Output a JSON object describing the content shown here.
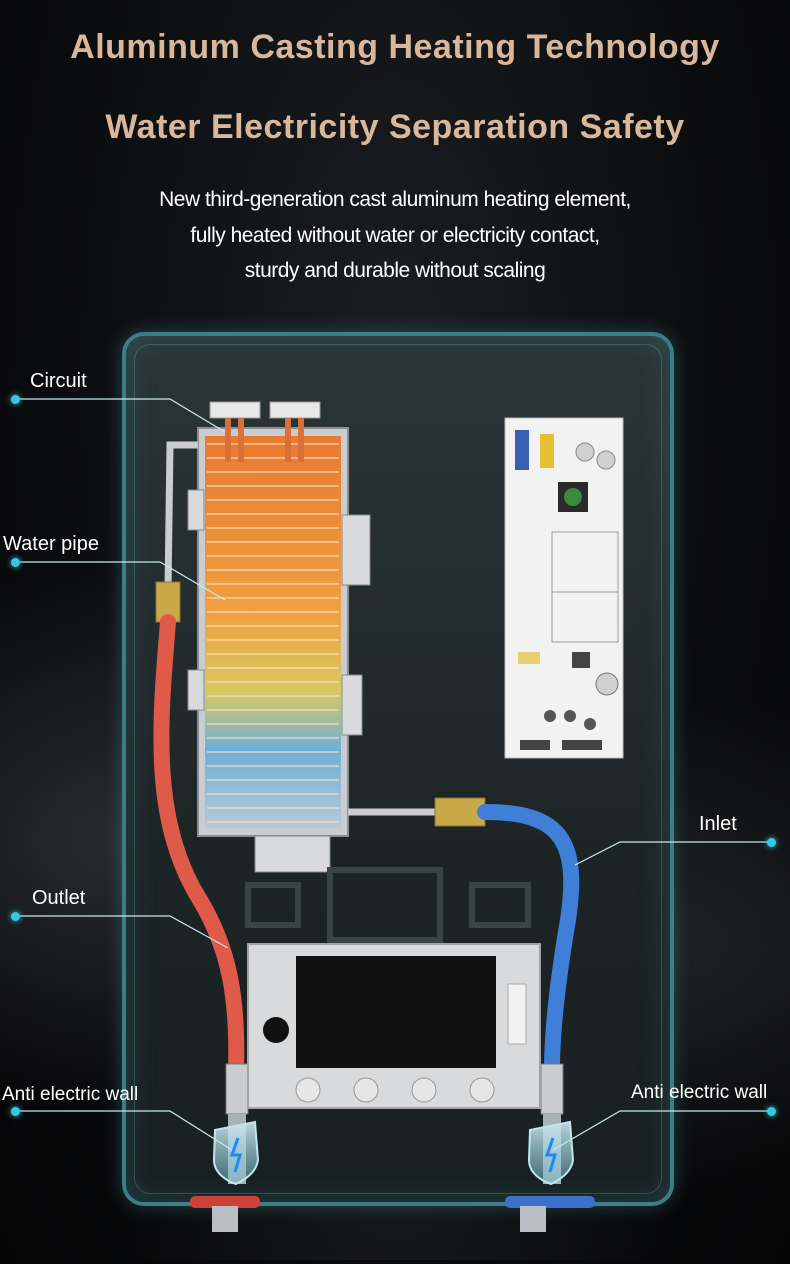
{
  "heading": {
    "title_line1": "Aluminum Casting Heating Technology",
    "title_line2": "Water Electricity Separation Safety"
  },
  "description": {
    "line1": "New third-generation cast aluminum heating element,",
    "line2": "fully heated without water or electricity contact,",
    "line3": "sturdy and durable without scaling"
  },
  "callouts": {
    "circuit": "Circuit",
    "water_pipe": "Water pipe",
    "outlet": "Outlet",
    "anti_left": "Anti electric wall",
    "inlet": "Inlet",
    "anti_right": "Anti electric wall"
  },
  "colors": {
    "title": "#d9b79a",
    "accent": "#35c8e0",
    "outlet_hose": "#e05a4a",
    "inlet_hose": "#3f7fd8"
  }
}
